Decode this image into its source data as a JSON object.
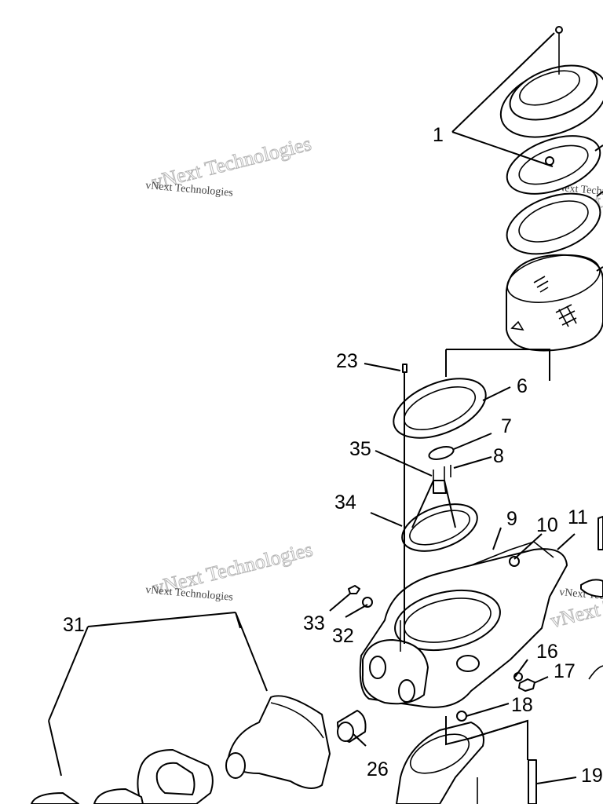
{
  "callouts": [
    "1",
    "23",
    "6",
    "7",
    "8",
    "35",
    "34",
    "9",
    "10",
    "11",
    "33",
    "32",
    "31",
    "16",
    "17",
    "18",
    "26",
    "19"
  ],
  "watermark": {
    "large": "vNext Technologies",
    "small": "vNext Technologies"
  }
}
